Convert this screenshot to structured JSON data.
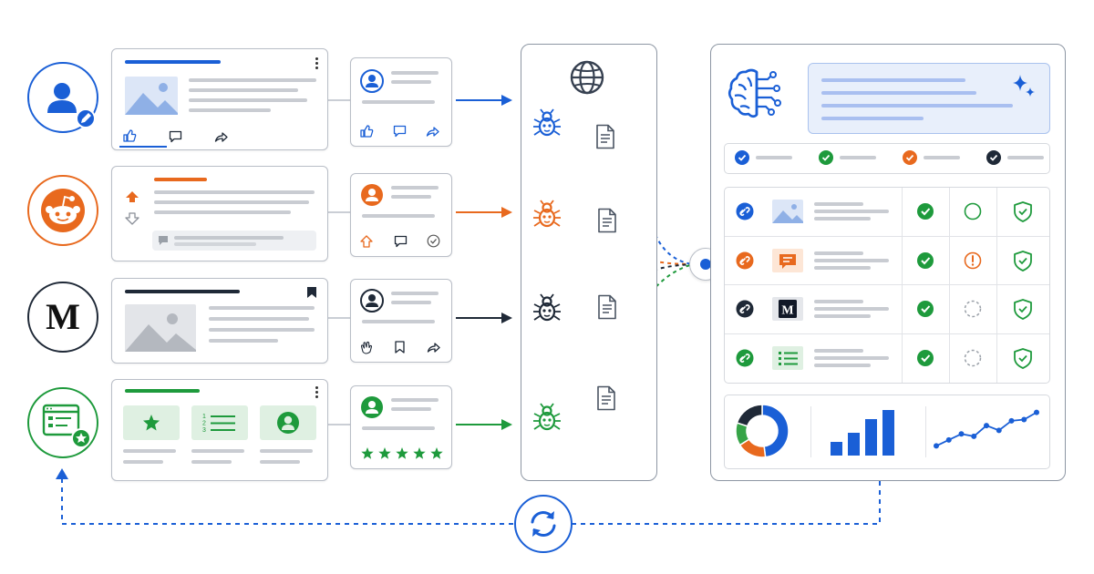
{
  "brand_letter": "M",
  "colors": {
    "blue": "#1a5fd6",
    "orange": "#e8691e",
    "dark": "#1f2937",
    "green": "#1e9a3c",
    "gray_line": "#c9ccd2",
    "border": "#b9bec7",
    "panel_border": "#8d96a3"
  },
  "sources": [
    {
      "id": "social",
      "color": "#1a5fd6",
      "avatar_icon": "user-edit-icon"
    },
    {
      "id": "reddit",
      "color": "#e8691e",
      "avatar_icon": "reddit-icon"
    },
    {
      "id": "medium",
      "color": "#1f2937",
      "avatar_icon": "medium-icon"
    },
    {
      "id": "reviews",
      "color": "#1e9a3c",
      "avatar_icon": "review-site-icon"
    }
  ],
  "crawler_icon": "bug-icon",
  "globe_icon": "globe-icon",
  "brain_icon": "brain-circuit-icon",
  "sparkle_icon": "sparkle-icon",
  "sync_icon": "sync-icon",
  "filters": [
    {
      "color": "#1a5fd6"
    },
    {
      "color": "#1e9a3c"
    },
    {
      "color": "#e8691e"
    },
    {
      "color": "#1f2937"
    }
  ],
  "table_rows": [
    {
      "color": "#1a5fd6",
      "thumb": "image",
      "check": "ok",
      "status": "empty",
      "shield": "ok"
    },
    {
      "color": "#e8691e",
      "thumb": "comment",
      "check": "ok",
      "status": "warning",
      "shield": "ok"
    },
    {
      "color": "#1f2937",
      "thumb": "medium",
      "check": "ok",
      "status": "pending",
      "shield": "ok"
    },
    {
      "color": "#1e9a3c",
      "thumb": "list",
      "check": "ok",
      "status": "pending",
      "shield": "ok"
    }
  ],
  "bar_chart": {
    "values": [
      3,
      5,
      8,
      10
    ],
    "max": 10
  },
  "line_chart": {
    "values": [
      1,
      2,
      3,
      2.6,
      4.4,
      3.6,
      5.2,
      5.4,
      6.6
    ],
    "max": 7
  },
  "donut_chart": {
    "values": [
      48,
      18,
      14,
      20
    ],
    "colors": [
      "#1a5fd6",
      "#e8691e",
      "#36a447",
      "#1f2937"
    ]
  },
  "rating_stars": 5
}
